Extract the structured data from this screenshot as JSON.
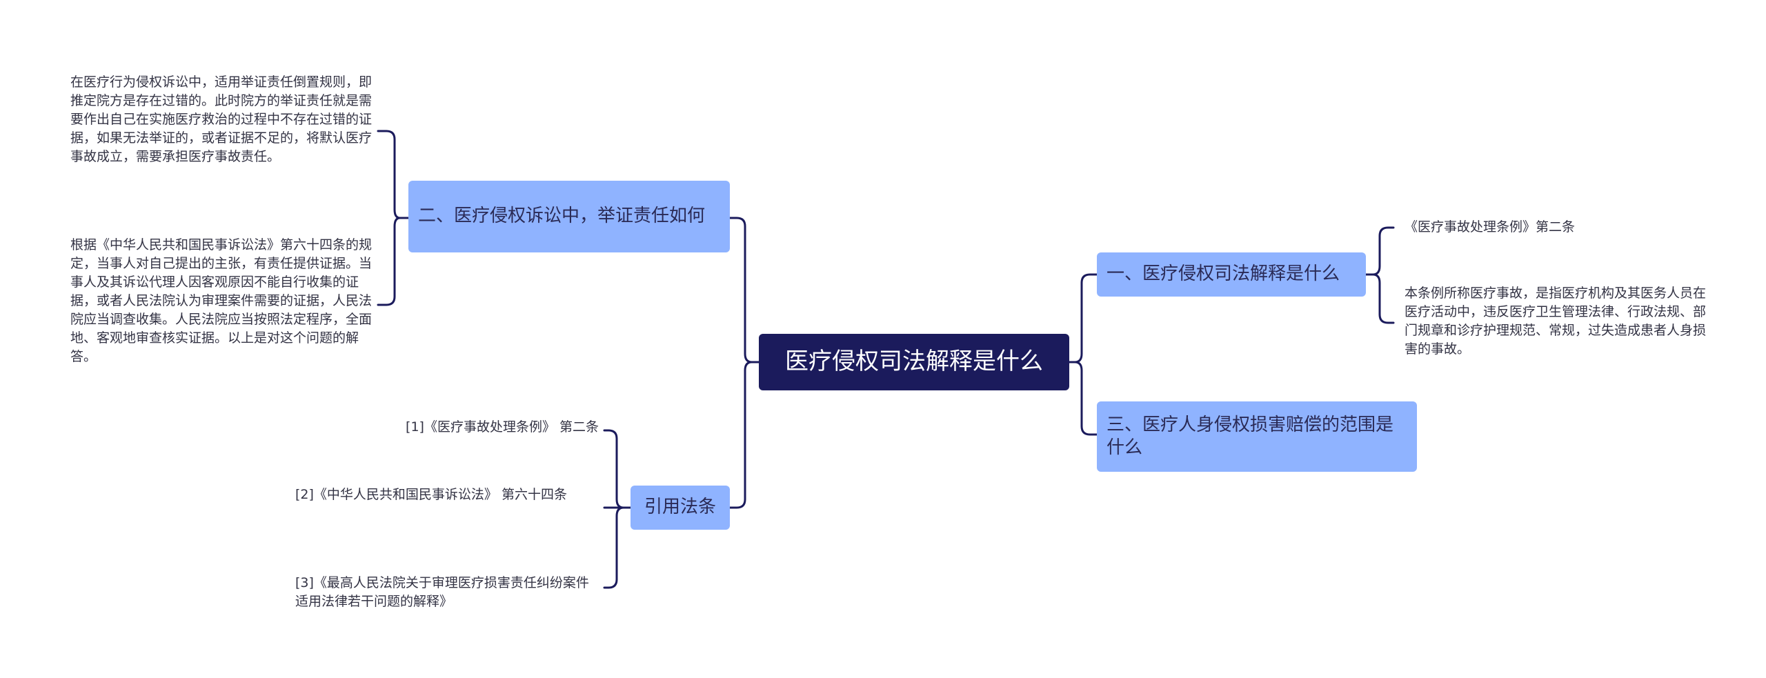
{
  "root": {
    "title": "医疗侵权司法解释是什么"
  },
  "branches": {
    "b1": {
      "label": "一、医疗侵权司法解释是什么"
    },
    "b2": {
      "label": "二、医疗侵权诉讼中，举证责任如何"
    },
    "b3": {
      "label": "三、医疗人身侵权损害赔偿的范围是什么"
    },
    "b4": {
      "label": "引用法条"
    }
  },
  "leaves": {
    "b1_l1": "《医疗事故处理条例》第二条",
    "b1_l2": "本条例所称医疗事故，是指医疗机构及其医务人员在医疗活动中，违反医疗卫生管理法律、行政法规、部门规章和诊疗护理规范、常规，过失造成患者人身损害的事故。",
    "b2_l1": "在医疗行为侵权诉讼中，适用举证责任倒置规则，即推定院方是存在过错的。此时院方的举证责任就是需要作出自己在实施医疗救治的过程中不存在过错的证据，如果无法举证的，或者证据不足的，将默认医疗事故成立，需要承担医疗事故责任。",
    "b2_l2": "根据《中华人民共和国民事诉讼法》第六十四条的规定，当事人对自己提出的主张，有责任提供证据。当事人及其诉讼代理人因客观原因不能自行收集的证据，或者人民法院认为审理案件需要的证据，人民法院应当调查收集。人民法院应当按照法定程序，全面地、客观地审查核实证据。以上是对这个问题的解答。",
    "b4_l1": "[1]《医疗事故处理条例》 第二条",
    "b4_l2": "[2]《中华人民共和国民事诉讼法》 第六十四条",
    "b4_l3": "[3]《最高人民法院关于审理医疗损害责任纠纷案件适用法律若干问题的解释》"
  },
  "colors": {
    "root_bg": "#1b1b5c",
    "branch_bg": "#8fb3ff",
    "connector": "#1b1b5c"
  }
}
